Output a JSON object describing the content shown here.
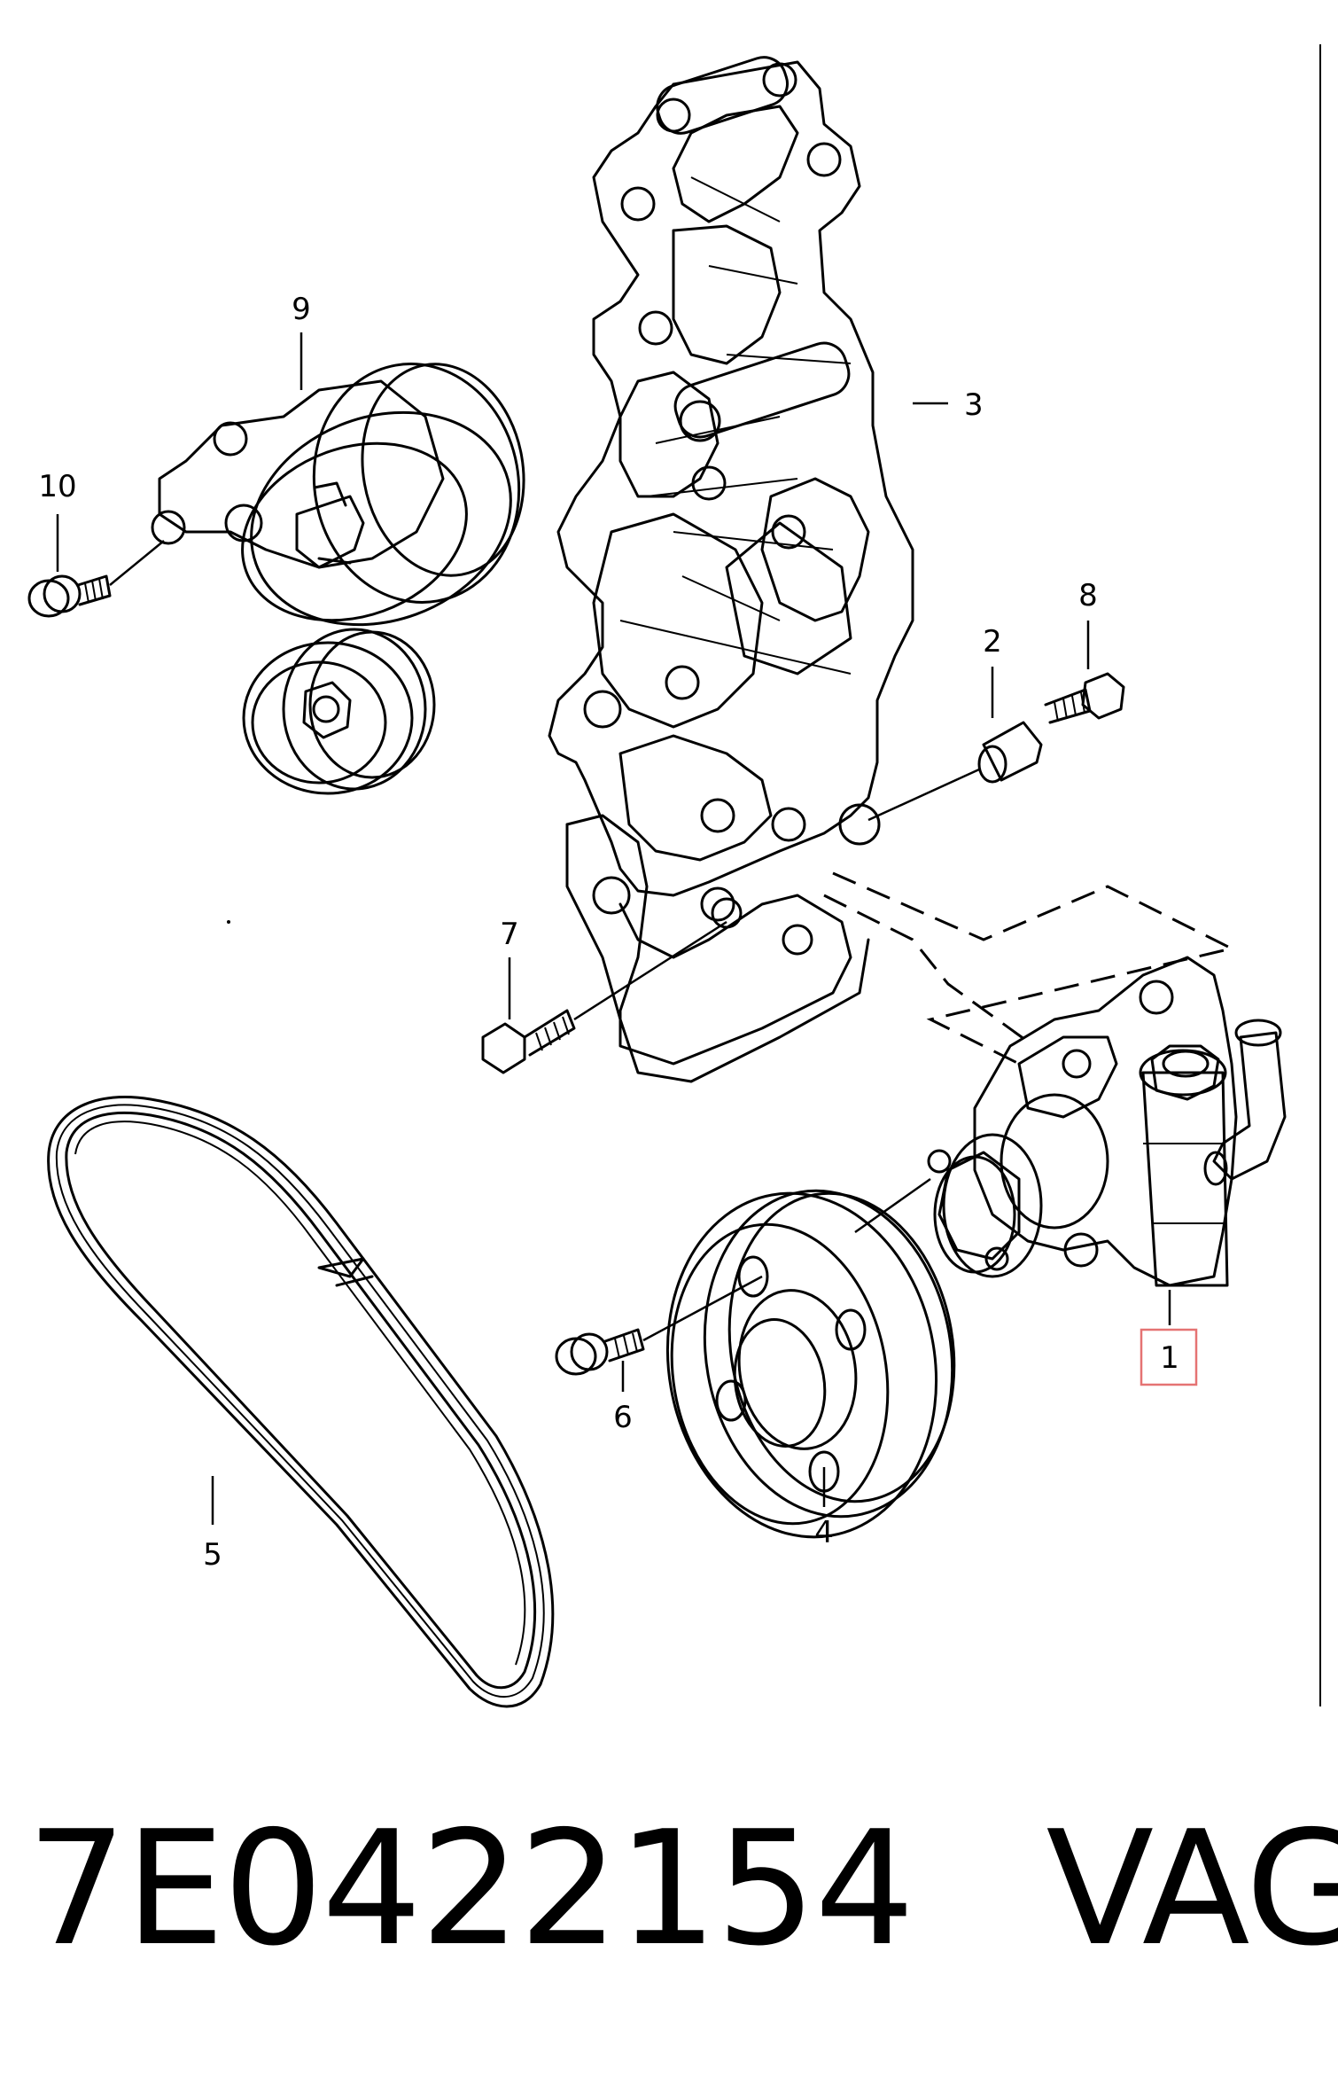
{
  "callouts": {
    "c1": "1",
    "c2": "2",
    "c3": "3",
    "c4": "4",
    "c5": "5",
    "c6": "6",
    "c7": "7",
    "c8": "8",
    "c9": "9",
    "c10": "10"
  },
  "highlighted_callout": "1",
  "highlight_color": "#e57373",
  "caption": {
    "part_number": "7E0422154",
    "brand": "VAG"
  }
}
